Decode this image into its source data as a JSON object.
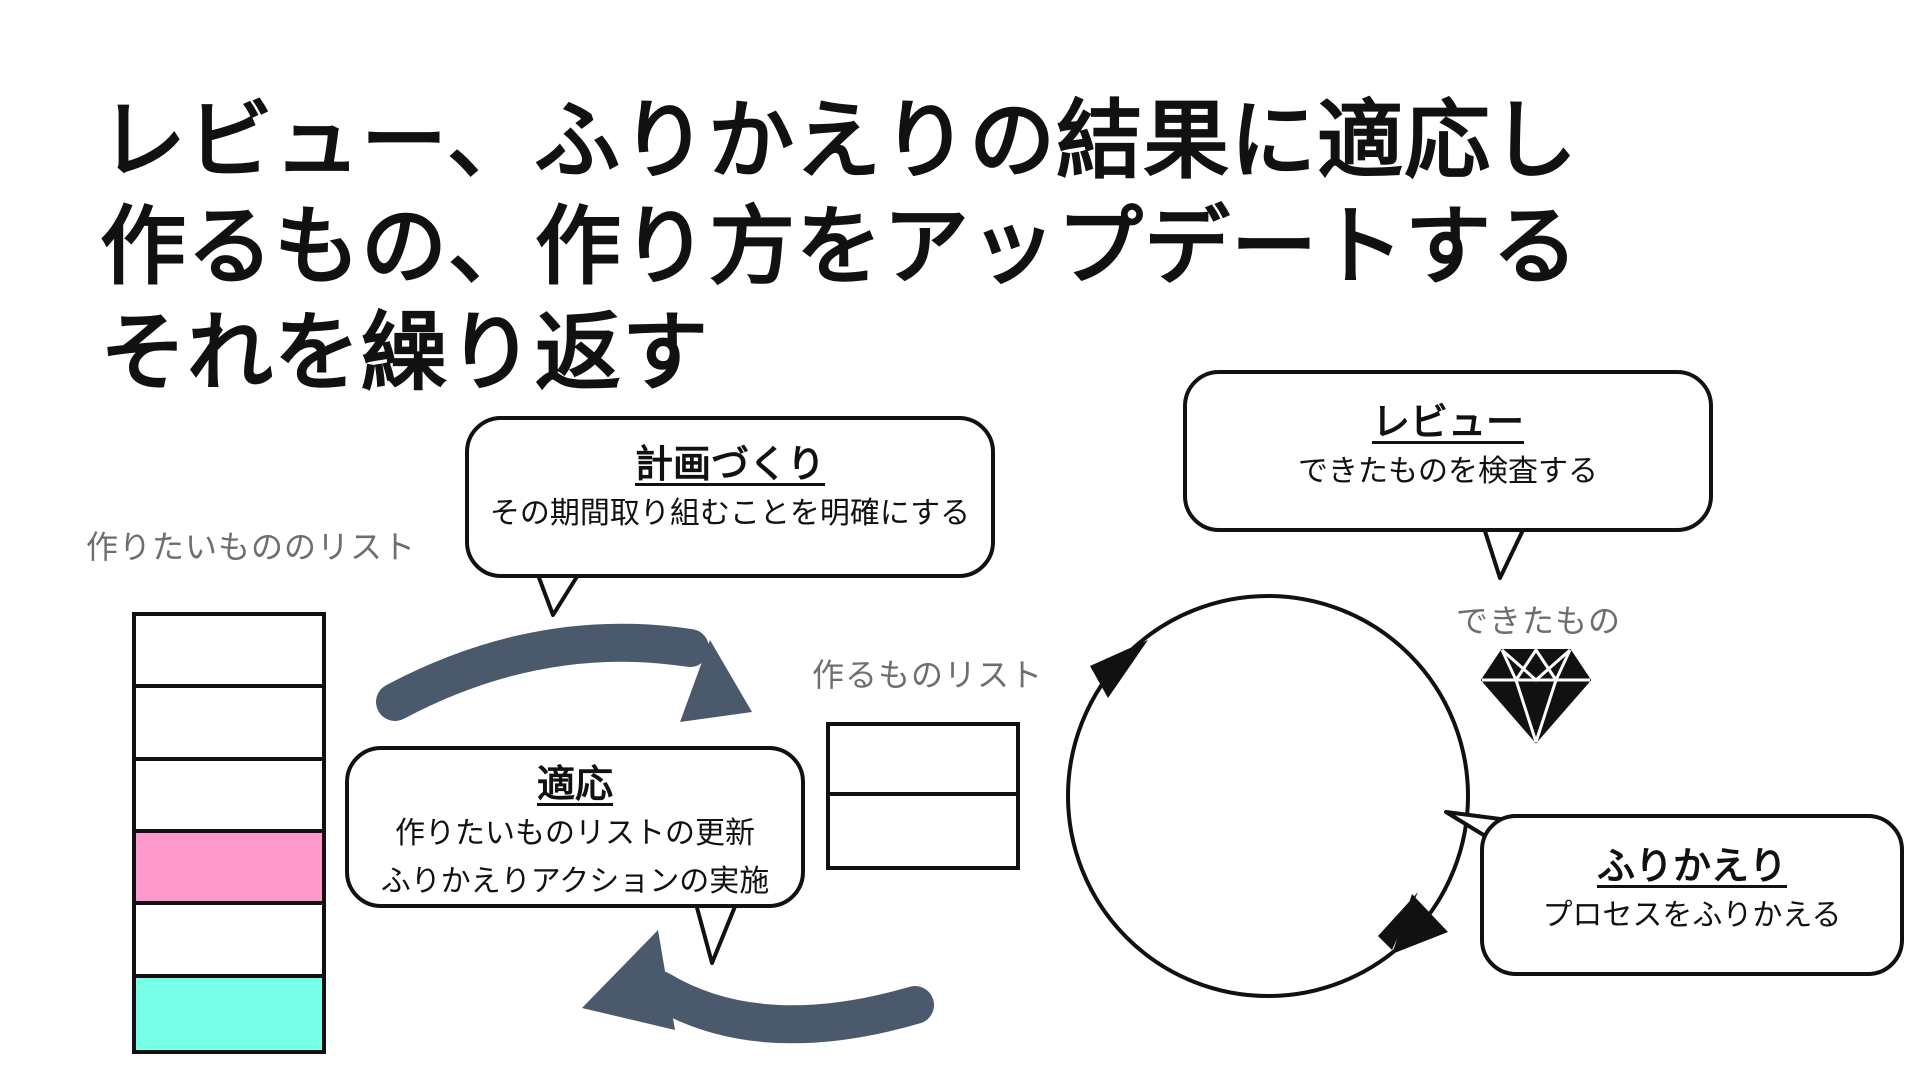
{
  "headline": {
    "lines": [
      "レビュー、ふりかえりの結果に適応し",
      "作るもの、作り方をアップデートする",
      "それを繰り返す"
    ]
  },
  "wish_list": {
    "label": "作りたいもののリスト",
    "rows": [
      {
        "color": "#ffffff"
      },
      {
        "color": "#ffffff"
      },
      {
        "color": "#ffffff"
      },
      {
        "color": "#ff99cc"
      },
      {
        "color": "#ffffff"
      },
      {
        "color": "#77ffe8"
      }
    ]
  },
  "build_list": {
    "label": "作るものリスト",
    "rows": [
      {
        "color": "#ffffff"
      },
      {
        "color": "#ffffff"
      }
    ]
  },
  "planning": {
    "title": "計画づくり",
    "description": "その期間取り組むことを明確にする"
  },
  "adapt": {
    "title": "適応",
    "lines": [
      "作りたいものリストの更新",
      "ふりかえりアクションの実施"
    ]
  },
  "review": {
    "title": "レビュー",
    "description": "できたものを検査する"
  },
  "retro": {
    "title": "ふりかえり",
    "description": "プロセスをふりかえる"
  },
  "deliverable": {
    "label": "できたもの",
    "icon": "diamond-icon"
  },
  "colors": {
    "arrow": "#4a5a6c",
    "stroke": "#111111",
    "caption": "#6e6e6e",
    "pink": "#ff99cc",
    "aqua": "#77ffe8"
  }
}
